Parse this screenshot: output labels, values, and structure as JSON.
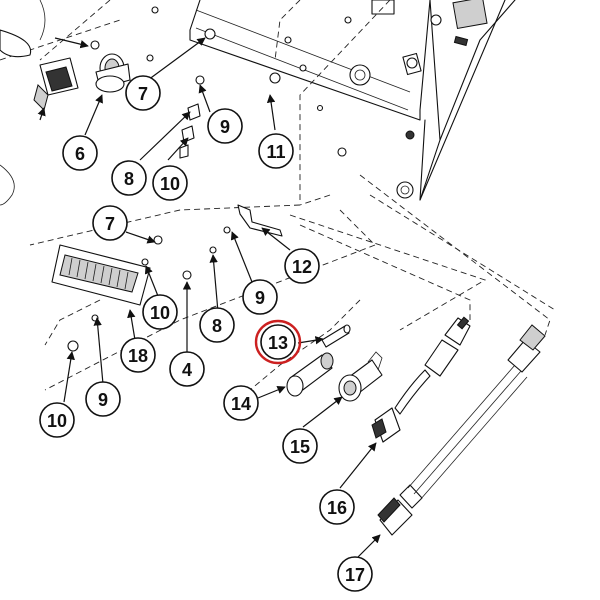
{
  "diagram": {
    "callouts": {
      "c7a": "7",
      "c6": "6",
      "c9a": "9",
      "c8a": "8",
      "c10a": "10",
      "c11": "11",
      "c7b": "7",
      "c12": "12",
      "c10b": "10",
      "c9b": "9",
      "c8b": "8",
      "c13": "13",
      "c18": "18",
      "c4": "4",
      "c9c": "9",
      "c10c": "10",
      "c14": "14",
      "c15": "15",
      "c16": "16",
      "c17": "17"
    },
    "highlighted": "13",
    "highlight_color": "#cc2020"
  }
}
